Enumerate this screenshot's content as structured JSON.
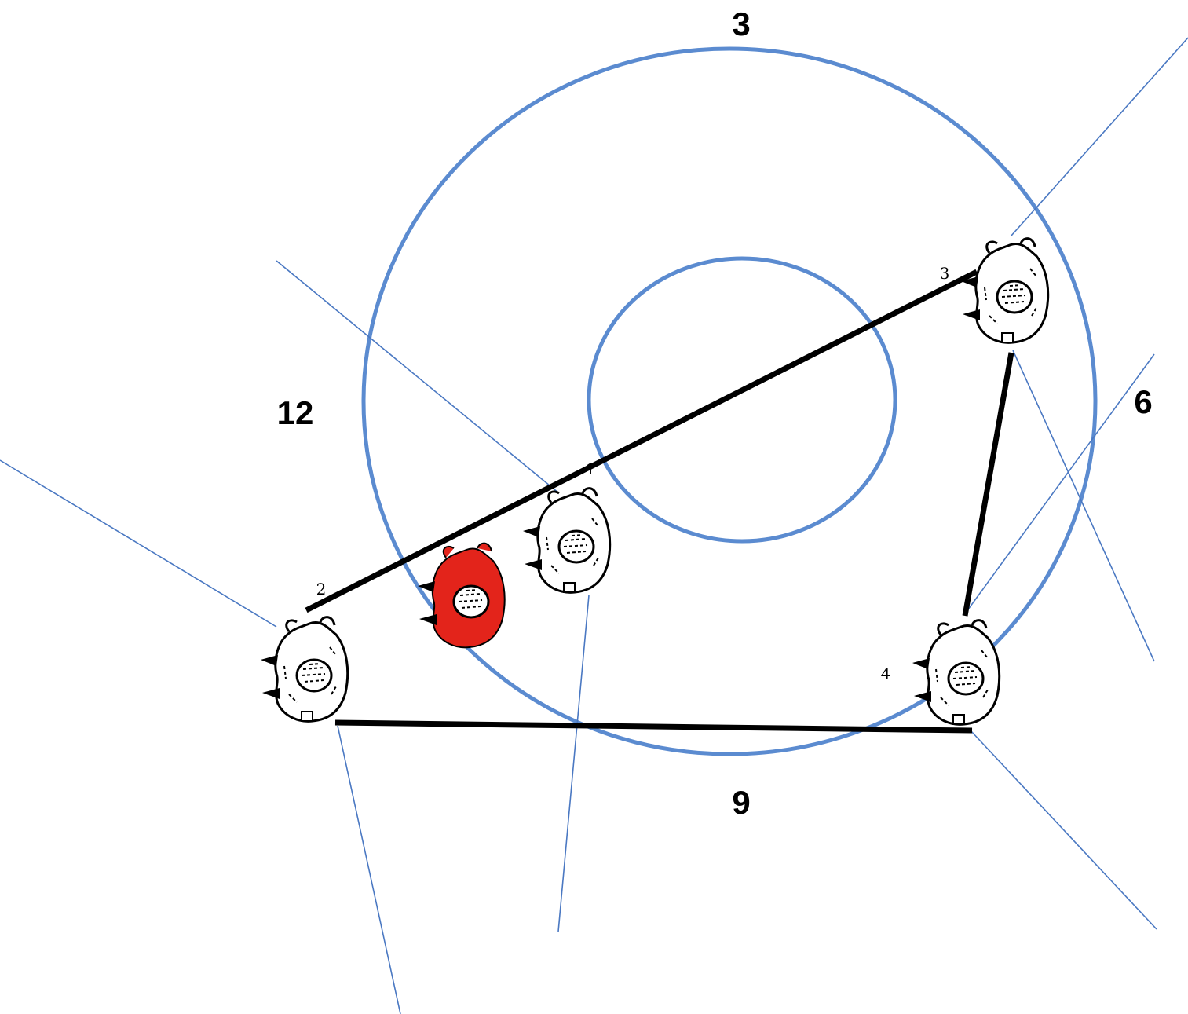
{
  "clock_labels": {
    "top": "3",
    "right": "6",
    "bottom": "9",
    "left": "12"
  },
  "players": {
    "p1": {
      "number": "1",
      "color": "white"
    },
    "p2": {
      "number": "2",
      "color": "white"
    },
    "p3": {
      "number": "3",
      "color": "white"
    },
    "p4": {
      "number": "4",
      "color": "white"
    },
    "highlighted": {
      "number": "",
      "color": "red"
    }
  },
  "colors": {
    "circles": "#5b8bd0",
    "sight_lines": "#4a78c2",
    "formation_lines": "#000000",
    "highlight_fill": "#e3241b",
    "figure_fill": "#ffffff",
    "figure_outline": "#000000"
  },
  "icons": {
    "player_figure": "top-down-player-icon"
  }
}
